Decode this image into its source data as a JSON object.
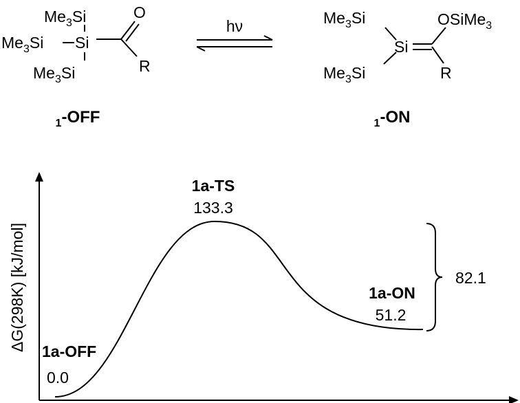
{
  "scheme": {
    "off": {
      "si_top": "Me3Si",
      "si_left": "Me3Si",
      "si_bottom": "Me3Si",
      "si_center": "Si",
      "oxygen": "O",
      "r_group": "R",
      "label": "1-OFF"
    },
    "arrow_label": "hν",
    "on": {
      "si_top": "Me3Si",
      "si_bottom": "Me3Si",
      "si_center": "Si",
      "osime3": "OSiMe3",
      "r_group": "R",
      "label": "1-ON"
    }
  },
  "chart_data": {
    "type": "line",
    "ylabel": "ΔG(298K) [kJ/mol]",
    "xlabel": "",
    "points": [
      {
        "name": "1a-OFF",
        "value": 0.0,
        "value_label": "0.0"
      },
      {
        "name": "1a-TS",
        "value": 133.3,
        "value_label": "133.3"
      },
      {
        "name": "1a-ON",
        "value": 51.2,
        "value_label": "51.2"
      }
    ],
    "bracket_label": "82.1"
  }
}
